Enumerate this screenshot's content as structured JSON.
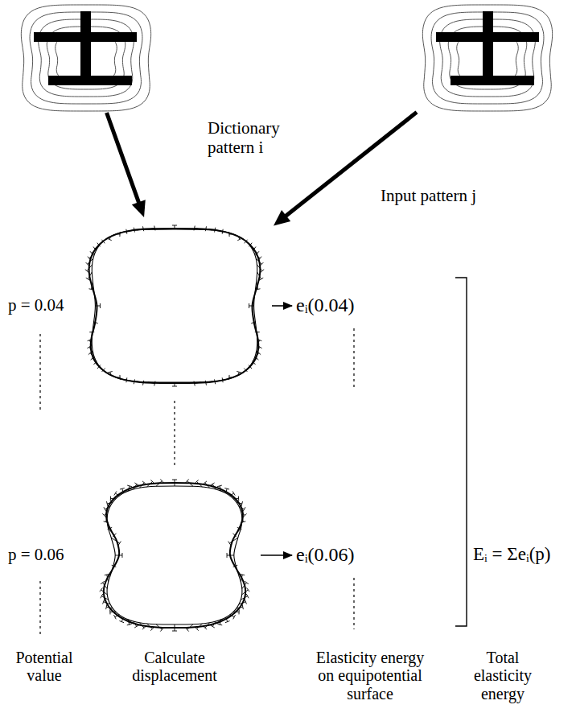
{
  "diagram": {
    "nodes": [
      {
        "text": [
          "Dictionary pattern i"
        ]
      },
      {
        "text": [
          "Input pattern j"
        ]
      },
      {
        "text": [
          "p = 0.04"
        ]
      },
      {
        "text": [
          "p = 0.06"
        ]
      }
    ],
    "edges": [
      {
        "from": 0,
        "to": 2,
        "arrow": "to"
      },
      {
        "from": 1,
        "to": 2,
        "arrow": "to"
      }
    ],
    "labels": [
      "eᵢ(0.04)",
      "eᵢ(0.06)",
      "Eᵢ = Σeᵢ(p)",
      "Potential value",
      "Calculate displacement",
      "Elasticity energy on equipotential surface",
      "Total elasticity energy"
    ]
  }
}
